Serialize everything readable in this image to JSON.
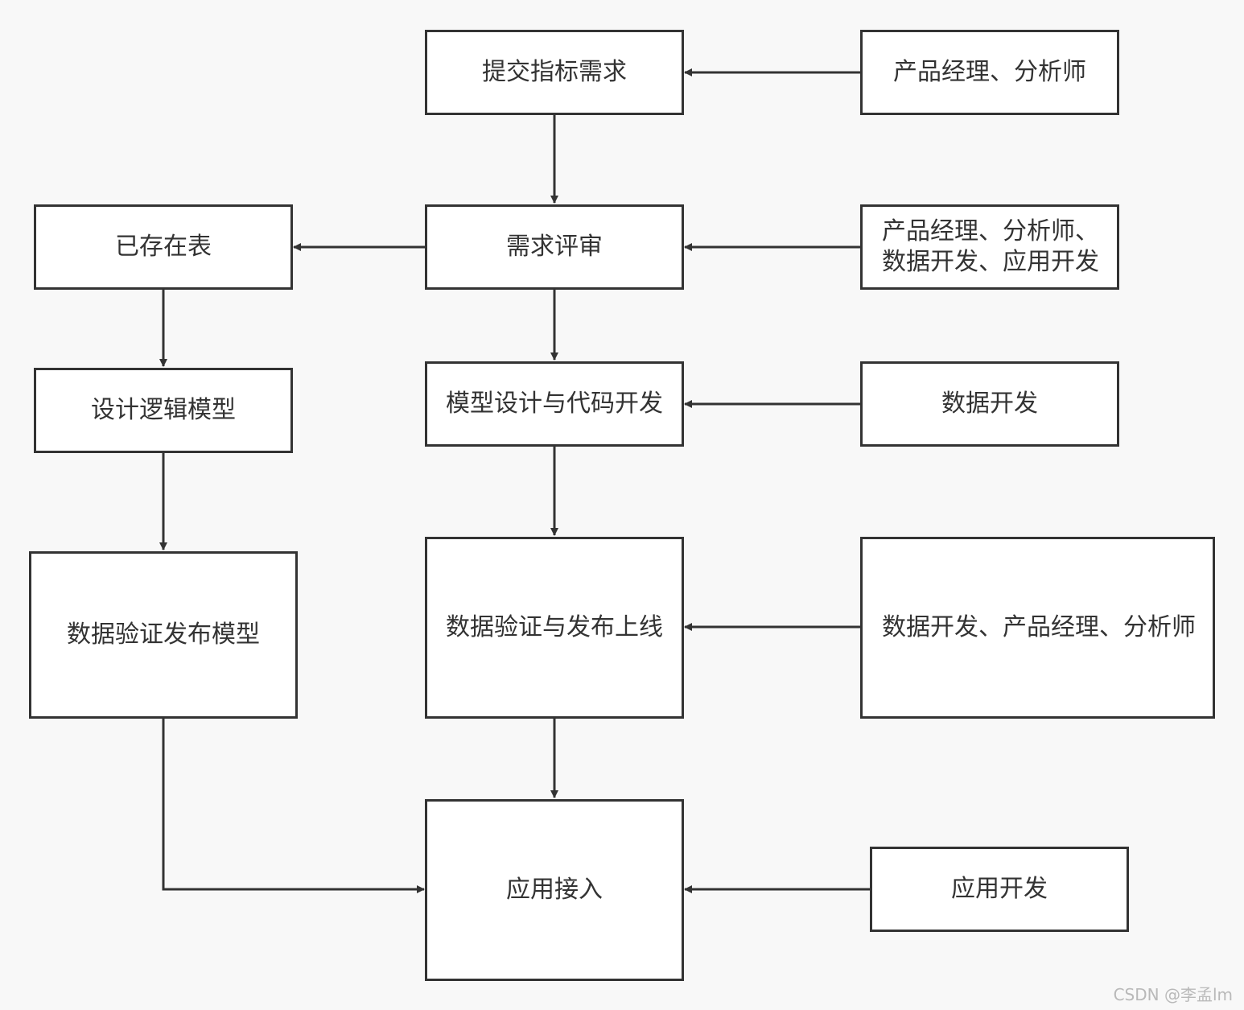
{
  "nodes": {
    "submit": "提交指标需求",
    "review": "需求评审",
    "existing": "已存在表",
    "logical": "设计逻辑模型",
    "verify_left": "数据验证发布模型",
    "model_dev": "模型设计与代码开发",
    "verify_release": "数据验证与发布上线",
    "app_access": "应用接入",
    "role_pm_analyst": "产品经理、分析师",
    "role_review": "产品经理、分析师、\n数据开发、应用开发",
    "role_data_dev": "数据开发",
    "role_verify": "数据开发、产品经理、分析师",
    "role_app_dev": "应用开发"
  },
  "colors": {
    "line": "#333333",
    "box_fill": "#ffffff",
    "background": "#f8f8f8"
  },
  "watermark": "CSDN @李孟lm"
}
